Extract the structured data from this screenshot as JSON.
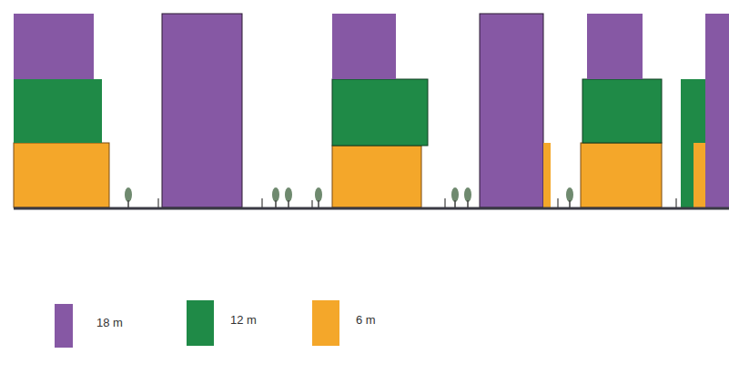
{
  "diagram": {
    "legend": [
      {
        "text": "18 m",
        "color": "#8658a4"
      },
      {
        "text": "12 m",
        "color": "#1f8a47"
      },
      {
        "text": "6 m",
        "color": "#f4a72a"
      }
    ]
  }
}
